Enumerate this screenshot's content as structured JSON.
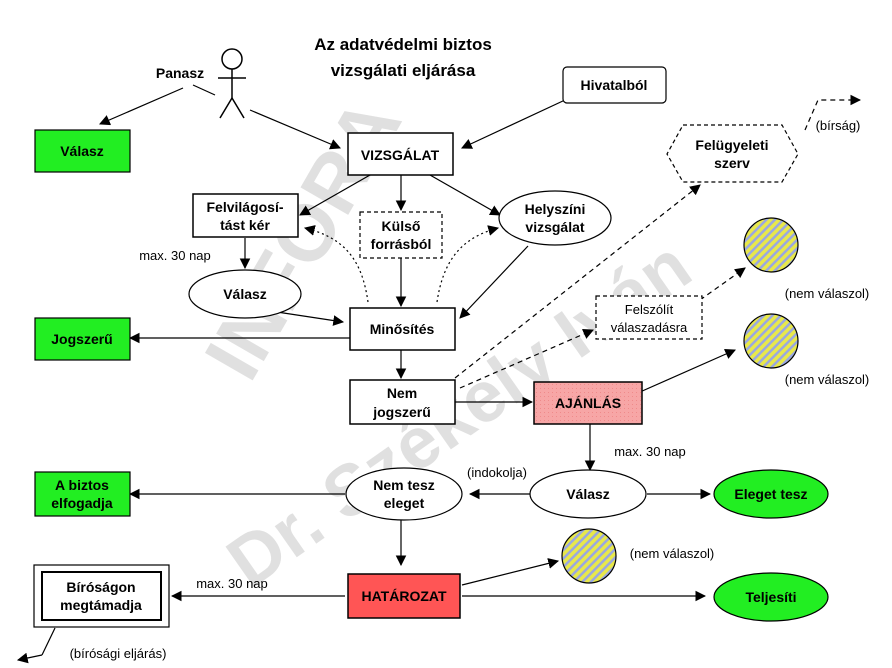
{
  "title": {
    "line1": "Az adatvédelmi biztos",
    "line2": "vizsgálati eljárása"
  },
  "watermark": {
    "line1": "INFORA",
    "line2": "Dr. Székely Iván"
  },
  "nodes": {
    "panasz": "Panasz",
    "hivatalbol": "Hivatalból",
    "valasz_top": "Válasz",
    "vizsgalat": "VIZSGÁLAT",
    "felugyeleti": {
      "line1": "Felügyeleti",
      "line2": "szerv"
    },
    "birsag": "(bírság)",
    "felvilagositas": {
      "line1": "Felvilágosí-",
      "line2": "tást kér"
    },
    "kulso": {
      "line1": "Külső",
      "line2": "forrásból"
    },
    "helyszini": {
      "line1": "Helyszíni",
      "line2": "vizsgálat"
    },
    "max30_1": "max. 30 nap",
    "valasz_mid": "Válasz",
    "jogszeru": "Jogszerű",
    "minosites": "Minősítés",
    "felszolit": {
      "line1": "Felszólít",
      "line2": "válaszadásra"
    },
    "nem_valaszol_1": "(nem válaszol)",
    "nem_valaszol_2": "(nem válaszol)",
    "nem_jogszeru": {
      "line1": "Nem",
      "line2": "jogszerű"
    },
    "ajanlas": "AJÁNLÁS",
    "max30_2": "max. 30 nap",
    "indokolja": "(indokolja)",
    "a_biztos": {
      "line1": "A biztos",
      "line2": "elfogadja"
    },
    "nem_tesz": {
      "line1": "Nem tesz",
      "line2": "eleget"
    },
    "valasz_low": "Válasz",
    "eleget_tesz": "Eleget tesz",
    "nem_valaszol_3": "(nem válaszol)",
    "birosagon": {
      "line1": "Bíróságon",
      "line2": "megtámadja"
    },
    "max30_3": "max. 30 nap",
    "hatarozat": "HATÁROZAT",
    "teljesiti": "Teljesíti",
    "birosagi": "(bírósági eljárás)"
  },
  "colors": {
    "green": "#22ee22",
    "red": "#ff5555",
    "pink": "#f7a6a6",
    "hatch_yellow": "#e8e84a",
    "hatch_blue": "#9aa8e0"
  }
}
